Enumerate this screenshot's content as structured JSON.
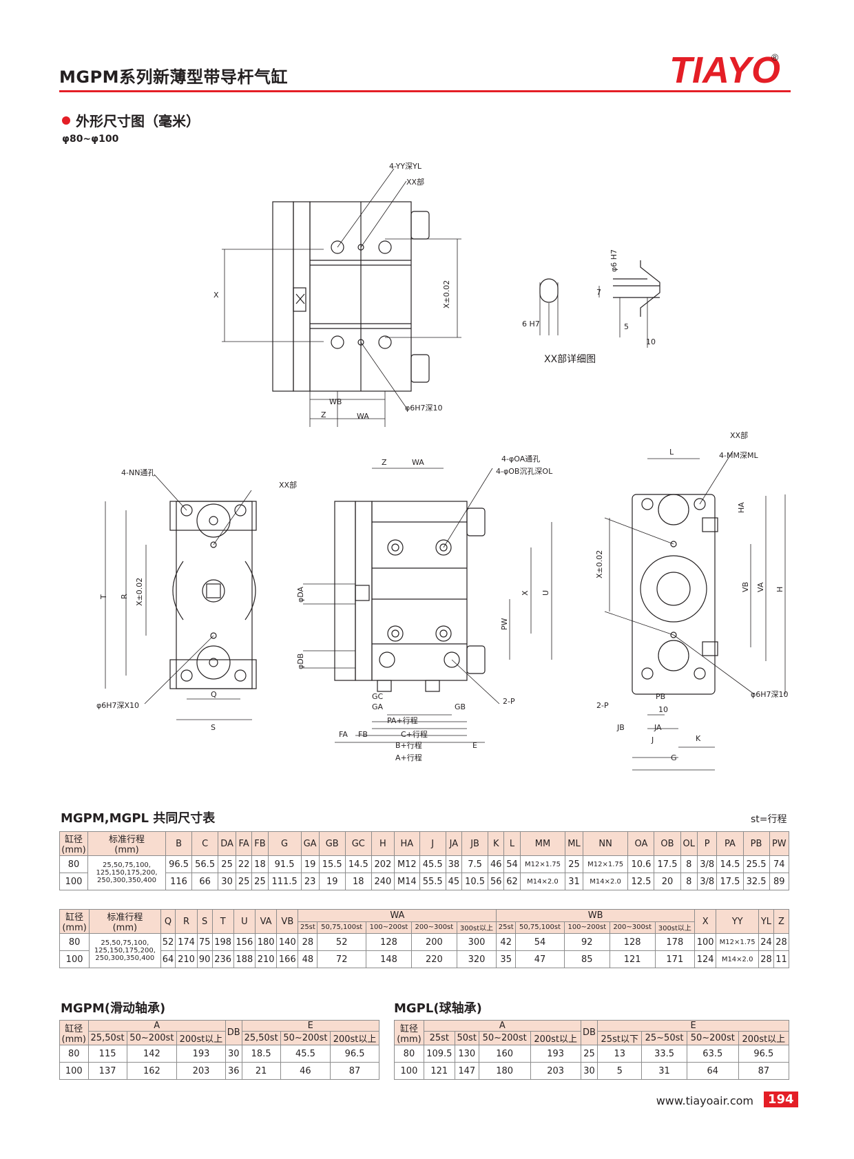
{
  "header": {
    "title": "MGPM系列新薄型带导杆气缸",
    "logo": "TIAYO",
    "registered": "®"
  },
  "section": {
    "heading": "外形尺寸图（毫米）",
    "range": "φ80~φ100"
  },
  "drawings": {
    "top_view": {
      "labels": [
        "4-YY深YL",
        "XX部",
        "X",
        "X±0.02",
        "WB",
        "Z",
        "WA",
        "φ6H7深10"
      ]
    },
    "detail": {
      "labels": [
        "φ6 H7",
        "7",
        "6 H7",
        "5",
        "10"
      ],
      "caption": "XX部详细图"
    },
    "left_view": {
      "labels": [
        "4-NN通孔",
        "XX部",
        "T",
        "R",
        "X±0.02",
        "φ6H7深X10",
        "Q",
        "S"
      ]
    },
    "side_view": {
      "labels": [
        "Z",
        "WA",
        "4-φOA通孔",
        "4-φOB沉孔深OL",
        "φDA",
        "φDB",
        "X",
        "U",
        "PW",
        "GC",
        "GA",
        "PA+行程",
        "GB",
        "2-P",
        "FA",
        "FB",
        "C+行程",
        "B+行程",
        "E",
        "A+行程"
      ]
    },
    "right_view": {
      "labels": [
        "XX部",
        "L",
        "4-MM深ML",
        "HA",
        "X±0.02",
        "VB",
        "VA",
        "H",
        "φ6H7深10",
        "2-P",
        "PB",
        "10",
        "JB",
        "JA",
        "J",
        "K",
        "G"
      ]
    }
  },
  "table1": {
    "caption": "MGPM,MGPL 共同尺寸表",
    "note": "st=行程",
    "bore_header": "缸径\n(mm)",
    "stroke_header": "标准行程\n(mm)",
    "stroke_values": "25,50,75,100,\n125,150,175,200,\n250,300,350,400",
    "columns": [
      "B",
      "C",
      "DA",
      "FA",
      "FB",
      "G",
      "GA",
      "GB",
      "GC",
      "H",
      "HA",
      "J",
      "JA",
      "JB",
      "K",
      "L",
      "MM",
      "ML",
      "NN",
      "OA",
      "OB",
      "OL",
      "P",
      "PA",
      "PB",
      "PW"
    ],
    "rows": [
      {
        "bore": "80",
        "values": [
          "96.5",
          "56.5",
          "25",
          "22",
          "18",
          "91.5",
          "19",
          "15.5",
          "14.5",
          "202",
          "M12",
          "45.5",
          "38",
          "7.5",
          "46",
          "54",
          "M12×1.75",
          "25",
          "M12×1.75",
          "10.6",
          "17.5",
          "8",
          "3/8",
          "14.5",
          "25.5",
          "74"
        ]
      },
      {
        "bore": "100",
        "values": [
          "116",
          "66",
          "30",
          "25",
          "25",
          "111.5",
          "23",
          "19",
          "18",
          "240",
          "M14",
          "55.5",
          "45",
          "10.5",
          "56",
          "62",
          "M14×2.0",
          "31",
          "M14×2.0",
          "12.5",
          "20",
          "8",
          "3/8",
          "17.5",
          "32.5",
          "89"
        ]
      }
    ]
  },
  "table2": {
    "bore_header": "缸径\n(mm)",
    "stroke_header": "标准行程\n(mm)",
    "stroke_values": "25,50,75,100,\n125,150,175,200,\n250,300,350,400",
    "columns_a": [
      "Q",
      "R",
      "S",
      "T",
      "U",
      "VA",
      "VB"
    ],
    "wa_label": "WA",
    "wb_label": "WB",
    "sub_columns": [
      "25st",
      "50,75,100st",
      "100~200st",
      "200~300st",
      "300st以上"
    ],
    "columns_b": [
      "X",
      "YY",
      "YL",
      "Z"
    ],
    "rows": [
      {
        "bore": "80",
        "a": [
          "52",
          "174",
          "75",
          "198",
          "156",
          "180",
          "140"
        ],
        "wa": [
          "28",
          "52",
          "128",
          "200",
          "300"
        ],
        "wb": [
          "42",
          "54",
          "92",
          "128",
          "178"
        ],
        "b": [
          "100",
          "M12×1.75",
          "24",
          "28"
        ]
      },
      {
        "bore": "100",
        "a": [
          "64",
          "210",
          "90",
          "236",
          "188",
          "210",
          "166"
        ],
        "wa": [
          "48",
          "72",
          "148",
          "220",
          "320"
        ],
        "wb": [
          "35",
          "47",
          "85",
          "121",
          "171"
        ],
        "b": [
          "124",
          "M14×2.0",
          "28",
          "11"
        ]
      }
    ]
  },
  "table3": {
    "caption": "MGPM(滑动轴承)",
    "bore_header": "缸径\n(mm)",
    "a_label": "A",
    "db_label": "DB",
    "e_label": "E",
    "a_sub": [
      "25,50st",
      "50~200st",
      "200st以上"
    ],
    "e_sub": [
      "25,50st",
      "50~200st",
      "200st以上"
    ],
    "rows": [
      {
        "bore": "80",
        "a": [
          "115",
          "142",
          "193"
        ],
        "db": "30",
        "e": [
          "18.5",
          "45.5",
          "96.5"
        ]
      },
      {
        "bore": "100",
        "a": [
          "137",
          "162",
          "203"
        ],
        "db": "36",
        "e": [
          "21",
          "46",
          "87"
        ]
      }
    ]
  },
  "table4": {
    "caption": "MGPL(球轴承)",
    "bore_header": "缸径\n(mm)",
    "a_label": "A",
    "db_label": "DB",
    "e_label": "E",
    "a_sub": [
      "25st",
      "50st",
      "50~200st",
      "200st以上"
    ],
    "e_sub": [
      "25st以下",
      "25~50st",
      "50~200st",
      "200st以上"
    ],
    "rows": [
      {
        "bore": "80",
        "a": [
          "109.5",
          "130",
          "160",
          "193"
        ],
        "db": "25",
        "e": [
          "13",
          "33.5",
          "63.5",
          "96.5"
        ]
      },
      {
        "bore": "100",
        "a": [
          "121",
          "147",
          "180",
          "203"
        ],
        "db": "30",
        "e": [
          "5",
          "31",
          "64",
          "87"
        ]
      }
    ]
  },
  "footer": {
    "url": "www.tiayoair.com",
    "page": "194"
  },
  "colors": {
    "accent": "#e41e26",
    "table_header": "#f8dccf",
    "line": "#231f20"
  }
}
